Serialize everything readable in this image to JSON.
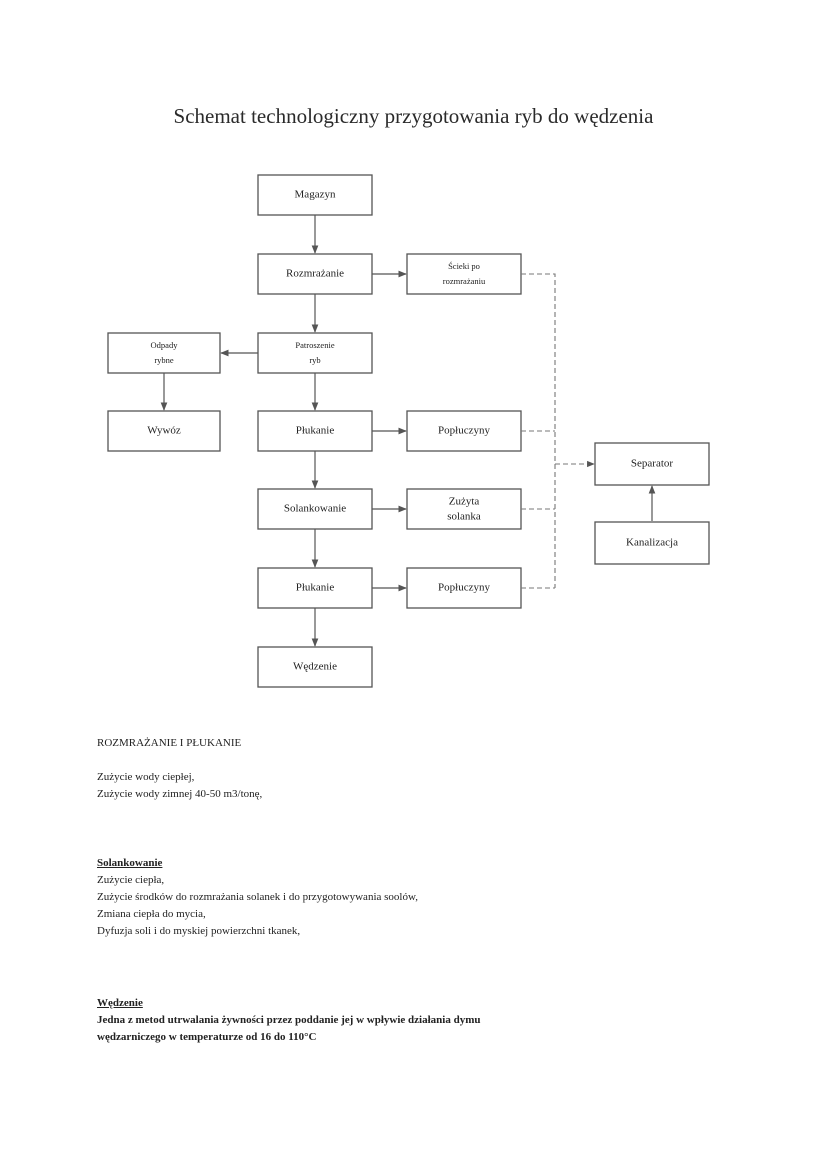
{
  "title": "Schemat technologiczny przygotowania ryb do wędzenia",
  "nodes": {
    "magazyn": "Magazyn",
    "rozmrazanie": "Rozmrażanie",
    "scieki_po_rozmrazaniu": [
      "Ścieki po",
      "rozmrażaniu"
    ],
    "patroszenie": [
      "Patroszenie",
      "ryb"
    ],
    "odpady_rybne": [
      "Odpady",
      "rybne"
    ],
    "wywoz": "Wywóz",
    "plukanie_1": "Płukanie",
    "popluczyny_1": "Popłuczyny",
    "solankowanie": "Solankowanie",
    "zuzyta_solanka": [
      "Zużyta",
      "solanka"
    ],
    "plukanie_2": "Płukanie",
    "popluczyny_2": "Popłuczyny",
    "wedzenie": "Wędzenie",
    "separator": "Separator",
    "kanalizacja": "Kanalizacja"
  },
  "sections": [
    {
      "heading": "ROZMRAŻANIE I PŁUKANIE",
      "lines": [
        "Zużycie wody ciepłej,",
        "Zużycie wody zimnej 40-50 m3/tonę,"
      ]
    },
    {
      "heading": "Solankowanie",
      "lines": [
        "Zużycie ciepła,",
        "Zużycie środków do rozmrażania solanek i do przygotowywania soolów,",
        "Zmiana ciepła do mycia,",
        "Dyfuzja soli i do myskiej powierzchni tkanek,"
      ]
    },
    {
      "heading": "Wędzenie",
      "lines": [
        "Jedna z metod utrwalania żywności przez poddanie jej w wpływie działania dymu",
        "wędzarniczego w temperaturze od 16 do 110°C"
      ]
    }
  ]
}
